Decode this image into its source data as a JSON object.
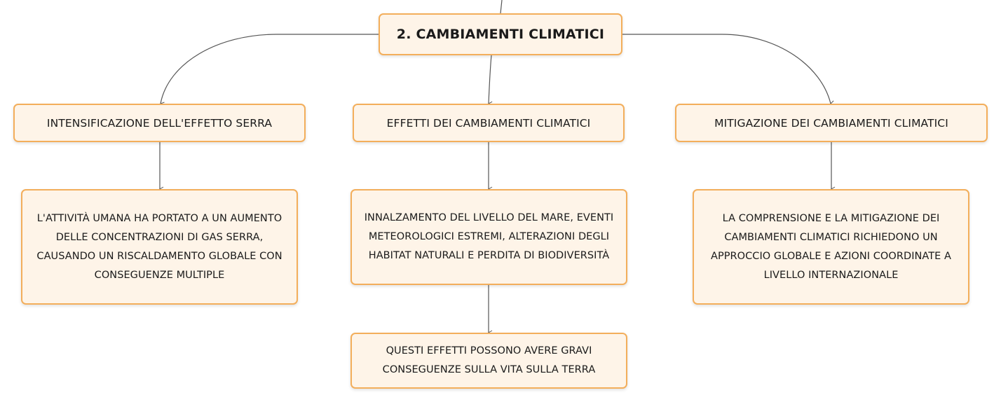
{
  "root": {
    "label": "2. CAMBIAMENTI CLIMATICI"
  },
  "branches": [
    {
      "label": "INTENSIFICAZIONE DELL'EFFETTO SERRA",
      "details": [
        "L'ATTIVITÀ UMANA HA PORTATO A UN AUMENTO DELLE CONCENTRAZIONI DI GAS SERRA, CAUSANDO UN RISCALDAMENTO GLOBALE CON CONSEGUENZE MULTIPLE"
      ]
    },
    {
      "label": "EFFETTI DEI CAMBIAMENTI CLIMATICI",
      "details": [
        "INNALZAMENTO DEL LIVELLO DEL MARE, EVENTI METEOROLOGICI ESTREMI, ALTERAZIONI DEGLI HABITAT NATURALI E PERDITA DI BIODIVERSITÀ",
        "QUESTI EFFETTI POSSONO AVERE GRAVI CONSEGUENZE SULLA VITA SULLA TERRA"
      ]
    },
    {
      "label": "MITIGAZIONE DEI CAMBIAMENTI CLIMATICI",
      "details": [
        "LA COMPRENSIONE E LA MITIGAZIONE DEI CAMBIAMENTI CLIMATICI RICHIEDONO UN APPROCCIO GLOBALE E AZIONI COORDINATE A LIVELLO INTERNAZIONALE"
      ]
    }
  ],
  "colors": {
    "node_fill": "#fef4e8",
    "node_border": "#f3ae5b",
    "connector": "#555555",
    "text": "#1a1a1a"
  }
}
